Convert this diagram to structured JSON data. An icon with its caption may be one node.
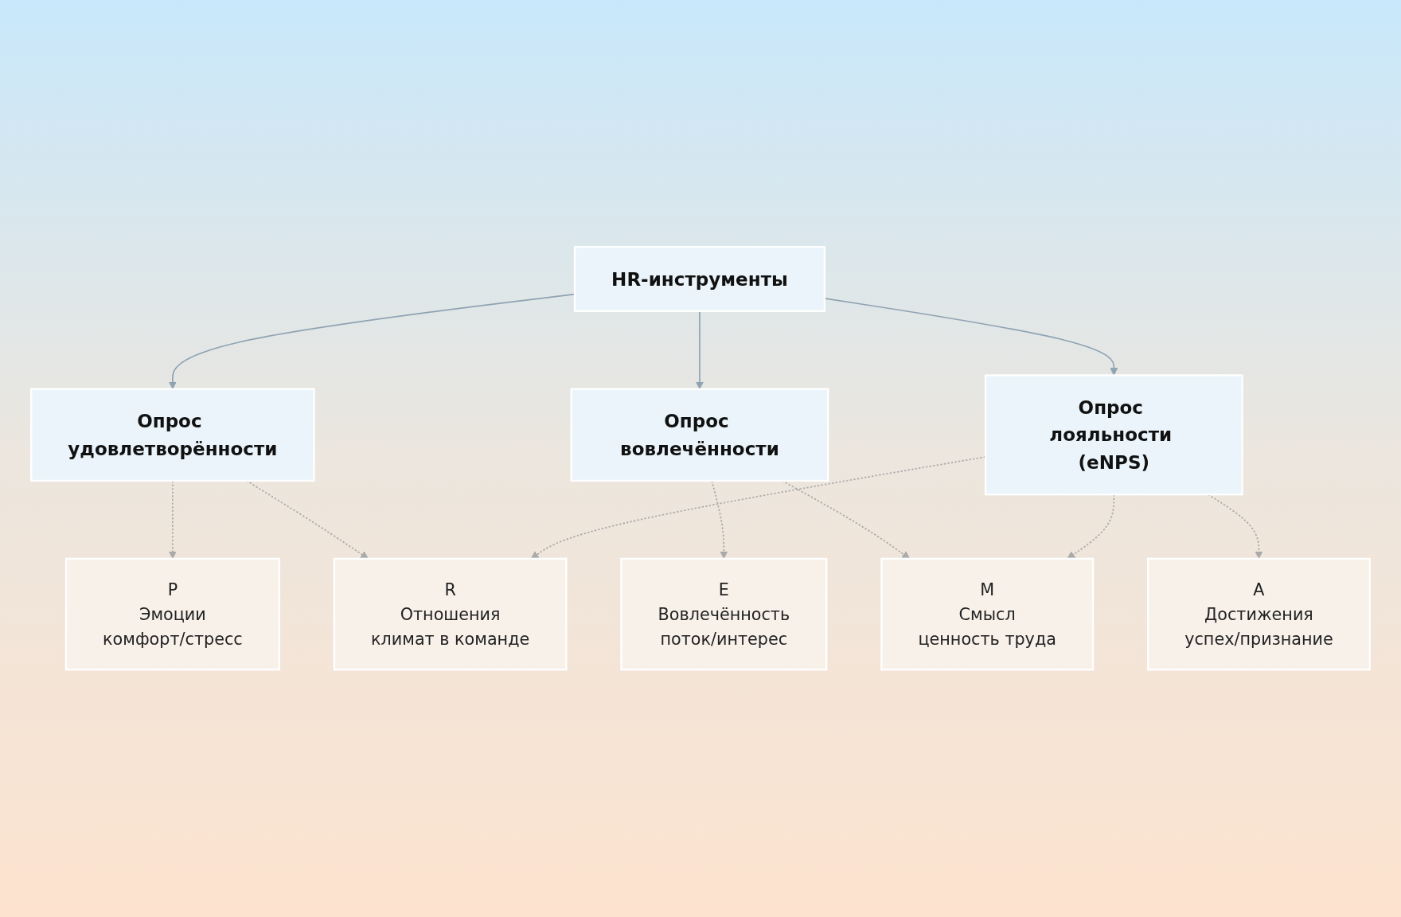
{
  "diagram": {
    "nodes": [
      {
        "text": [
          "HR-инструменты"
        ]
      },
      {
        "text": [
          "Опрос удовлетворённости"
        ]
      },
      {
        "text": [
          "Опрос вовлечённости"
        ]
      },
      {
        "text": [
          "Опрос лояльности (eNPS)"
        ]
      },
      {
        "text": [
          "E",
          "Вовлечённость",
          "поток/интерес"
        ]
      },
      {
        "text": [
          "P",
          "Эмоции",
          "комфорт/стресс"
        ]
      },
      {
        "text": [
          "M",
          "Смысл",
          "ценность труда"
        ]
      },
      {
        "text": [
          "A",
          "Достижения",
          "успех/признание"
        ]
      },
      {
        "text": [
          "R",
          "Отношения",
          "климат в команде"
        ]
      }
    ],
    "edges": [
      {
        "from": 0,
        "to": 1,
        "arrow": "to"
      },
      {
        "from": 0,
        "to": 2,
        "arrow": "to"
      },
      {
        "from": 0,
        "to": 3,
        "arrow": "to"
      },
      {
        "from": 1,
        "to": 5,
        "arrow": "to",
        "style": "dashed"
      },
      {
        "from": 1,
        "to": 8,
        "arrow": "to",
        "style": "dashed"
      },
      {
        "from": 2,
        "to": 4,
        "arrow": "to",
        "style": "dashed"
      },
      {
        "from": 2,
        "to": 6,
        "arrow": "to",
        "style": "dashed"
      },
      {
        "from": 3,
        "to": 6,
        "arrow": "to",
        "style": "dashed"
      },
      {
        "from": 3,
        "to": 7,
        "arrow": "to",
        "style": "dashed"
      },
      {
        "from": 3,
        "to": 8,
        "arrow": "to",
        "style": "dashed"
      }
    ]
  }
}
